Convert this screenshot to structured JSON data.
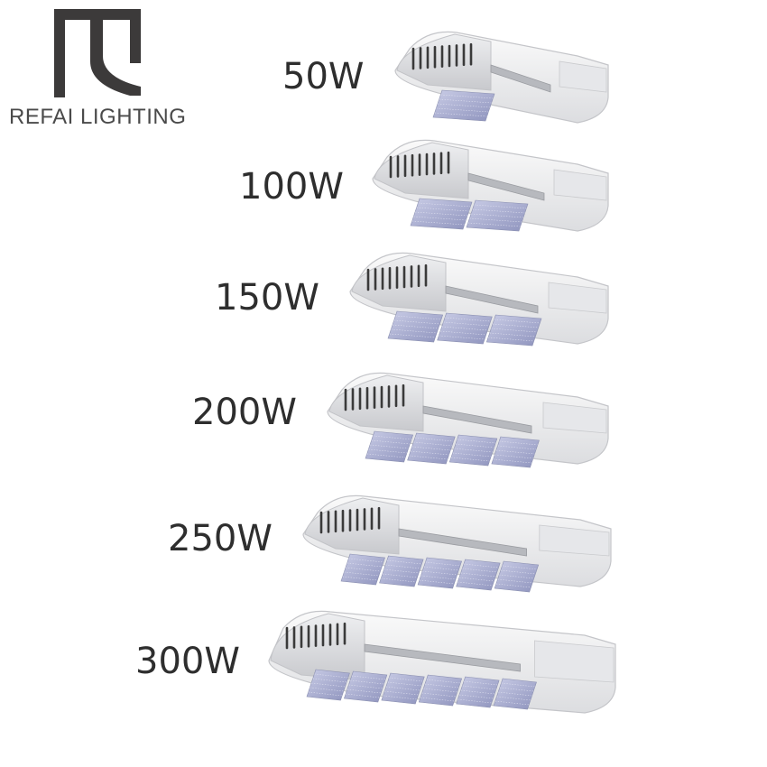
{
  "brand": {
    "name": "REFAI LIGHTING"
  },
  "logo": {
    "icon": "refai-r-logo-icon",
    "color": "#3c3a3a"
  },
  "products": [
    {
      "wattage": "50W",
      "modules": 1
    },
    {
      "wattage": "100W",
      "modules": 2
    },
    {
      "wattage": "150W",
      "modules": 3
    },
    {
      "wattage": "200W",
      "modules": 4
    },
    {
      "wattage": "250W",
      "modules": 5
    },
    {
      "wattage": "300W",
      "modules": 6
    }
  ]
}
